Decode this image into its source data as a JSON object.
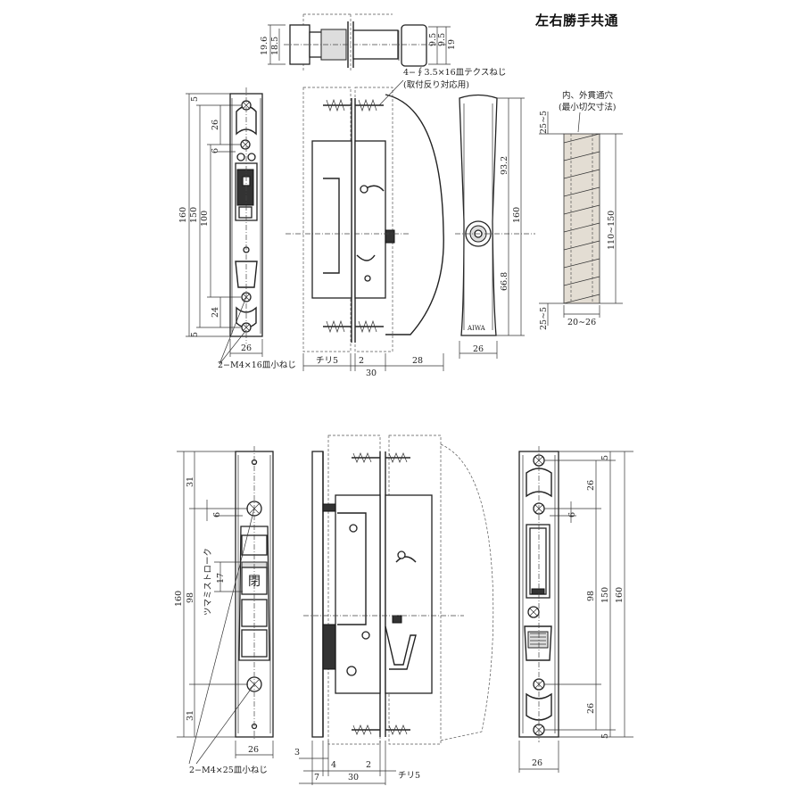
{
  "title": "左右勝手共通",
  "top": {
    "front": {
      "height_total": "160",
      "height_150": "150",
      "height_100": "100",
      "d5_top": "5",
      "d26": "26",
      "d6": "6",
      "d24": "24",
      "d5_bot": "5",
      "width": "26",
      "screw": "2−M4×16皿小ねじ"
    },
    "plan": {
      "d196": "19.6",
      "d185": "18.5",
      "d95a": "9.5",
      "d95b": "9.5",
      "d19": "19"
    },
    "side": {
      "tex_screw": "4−∮3.5×16皿テクスねじ",
      "tex_note": "(取付反り対応用)",
      "chiri": "チリ5",
      "d2": "2",
      "d30": "30",
      "d28": "28"
    },
    "back": {
      "d932": "93.2",
      "d668": "66.8",
      "d160": "160",
      "width": "26",
      "brand": "AIWA"
    },
    "cutout": {
      "note1": "内、外貫通穴",
      "note2": "(最小切欠寸法)",
      "top": "25∼5",
      "mid": "110∼150",
      "bot": "25∼5",
      "width": "20∼26"
    }
  },
  "bottom": {
    "front": {
      "d31a": "31",
      "d6": "6",
      "d160": "160",
      "d98": "98",
      "d17": "17",
      "stroke": "ツマミストローク",
      "d31b": "31",
      "width": "26",
      "screw": "2−M4×25皿小ねじ",
      "label": "閉"
    },
    "side": {
      "d3": "3",
      "d4": "4",
      "d2": "2",
      "d7": "7",
      "d30": "30",
      "chiri": "チリ5"
    },
    "back": {
      "d5a": "5",
      "d26a": "26",
      "d6": "6",
      "d98": "98",
      "d150": "150",
      "d160": "160",
      "d26b": "26",
      "d5b": "5",
      "width": "26"
    }
  }
}
